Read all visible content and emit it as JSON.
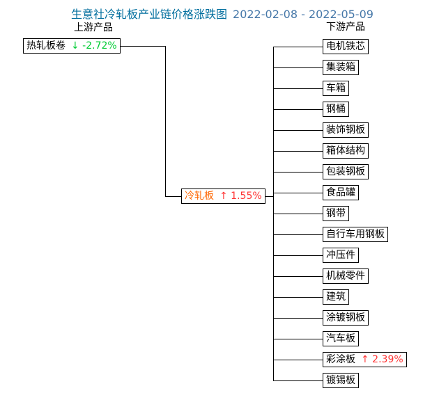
{
  "title": {
    "text": "生意社冷轧板产业链价格涨跌图",
    "date_range": "2022-02-08 - 2022-05-09"
  },
  "labels": {
    "upstream": "上游产品",
    "downstream": "下游产品"
  },
  "upstream_node": {
    "label": "热轧板卷",
    "change": "↓ -2.72%",
    "direction": "down"
  },
  "mid_node": {
    "label": "冷轧板",
    "change": "↑ 1.55%",
    "direction": "up"
  },
  "downstream_nodes": [
    {
      "label": "电机铁芯"
    },
    {
      "label": "集装箱"
    },
    {
      "label": "车箱"
    },
    {
      "label": "钢桶"
    },
    {
      "label": "装饰钢板"
    },
    {
      "label": "箱体结构"
    },
    {
      "label": "包装钢板"
    },
    {
      "label": "食品罐"
    },
    {
      "label": "钢带"
    },
    {
      "label": "自行车用钢板"
    },
    {
      "label": "冲压件"
    },
    {
      "label": "机械零件"
    },
    {
      "label": "建筑"
    },
    {
      "label": "涂镀钢板"
    },
    {
      "label": "汽车板"
    },
    {
      "label": "彩涂板",
      "change": "↑ 2.39%",
      "direction": "up"
    },
    {
      "label": "镀锡板"
    }
  ],
  "colors": {
    "title": "#006e9e",
    "date": "#4577a8",
    "up_red": "#ff3333",
    "down_green": "#00cc33",
    "mid_label_orange": "#ff6600",
    "line": "#000000",
    "background": "#ffffff"
  }
}
